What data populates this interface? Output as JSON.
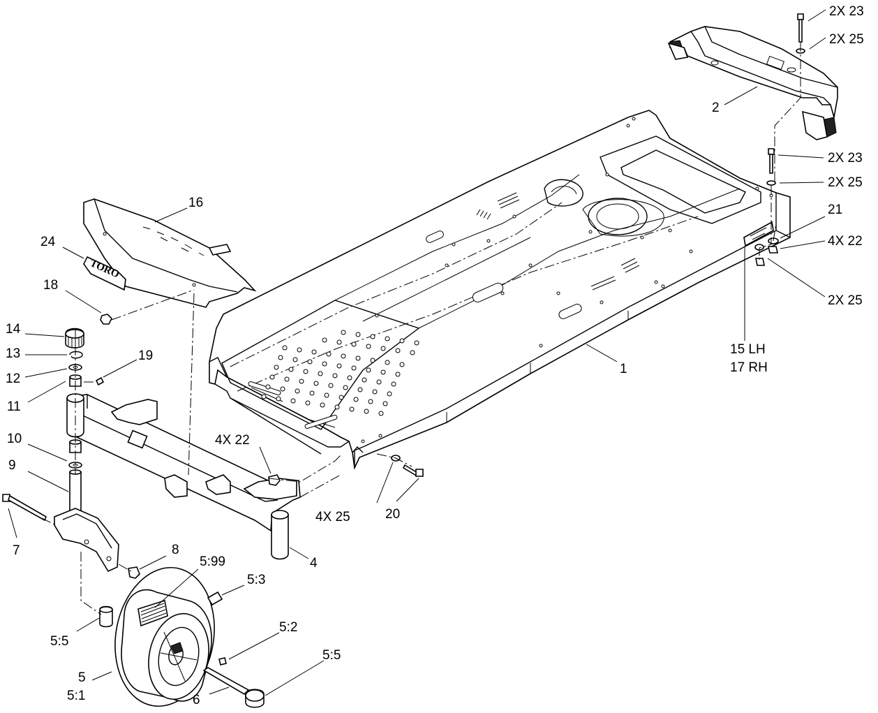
{
  "logo_text": "TORO",
  "callouts": [
    {
      "id": "c-2x23-top",
      "text": "2X  23"
    },
    {
      "id": "c-2x25-top",
      "text": "2X  25"
    },
    {
      "id": "c-2",
      "text": "2"
    },
    {
      "id": "c-2x23-mid",
      "text": "2X  23"
    },
    {
      "id": "c-2x25-mid",
      "text": "2X  25"
    },
    {
      "id": "c-21",
      "text": "21"
    },
    {
      "id": "c-4x22-right",
      "text": "4X  22"
    },
    {
      "id": "c-2x25-low",
      "text": "2X  25"
    },
    {
      "id": "c-15lh",
      "text": "15  LH"
    },
    {
      "id": "c-17rh",
      "text": "17  RH"
    },
    {
      "id": "c-1",
      "text": "1"
    },
    {
      "id": "c-16",
      "text": "16"
    },
    {
      "id": "c-24",
      "text": "24"
    },
    {
      "id": "c-18",
      "text": "18"
    },
    {
      "id": "c-14",
      "text": "14"
    },
    {
      "id": "c-13",
      "text": "13"
    },
    {
      "id": "c-12",
      "text": "12"
    },
    {
      "id": "c-11",
      "text": "11"
    },
    {
      "id": "c-19",
      "text": "19"
    },
    {
      "id": "c-10",
      "text": "10"
    },
    {
      "id": "c-9",
      "text": "9"
    },
    {
      "id": "c-7",
      "text": "7"
    },
    {
      "id": "c-8",
      "text": "8"
    },
    {
      "id": "c-4",
      "text": "4"
    },
    {
      "id": "c-4x22-mid",
      "text": "4X  22"
    },
    {
      "id": "c-4x25",
      "text": "4X  25"
    },
    {
      "id": "c-20",
      "text": "20"
    },
    {
      "id": "c-5-99",
      "text": "5:99"
    },
    {
      "id": "c-5-3",
      "text": "5:3"
    },
    {
      "id": "c-5-2",
      "text": "5:2"
    },
    {
      "id": "c-5-5-left",
      "text": "5:5"
    },
    {
      "id": "c-5-5-right",
      "text": "5:5"
    },
    {
      "id": "c-5",
      "text": "5"
    },
    {
      "id": "c-5-1",
      "text": "5:1"
    },
    {
      "id": "c-6",
      "text": "6"
    }
  ]
}
